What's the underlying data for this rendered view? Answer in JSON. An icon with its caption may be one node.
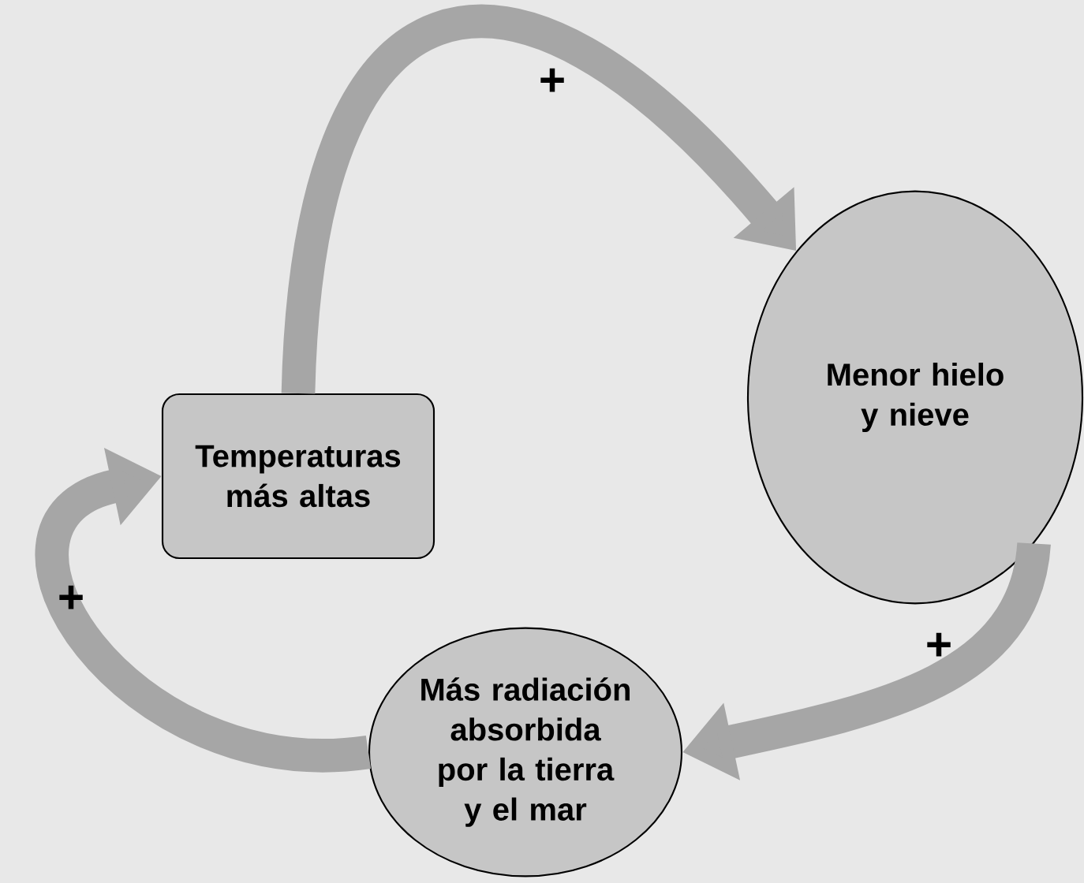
{
  "diagram": {
    "nodes": [
      {
        "text": [
          "Temperaturas más altas"
        ]
      },
      {
        "text": [
          "Menor hielo y nieve"
        ]
      },
      {
        "text": [
          "Más radiación absorbida por la tierra y el mar"
        ]
      }
    ],
    "edges": [
      {
        "from": 0,
        "to": 1,
        "arrow": "to",
        "label": "+"
      },
      {
        "from": 1,
        "to": 2,
        "arrow": "to",
        "label": "+"
      },
      {
        "from": 2,
        "to": 0,
        "arrow": "to",
        "label": "+"
      }
    ]
  }
}
